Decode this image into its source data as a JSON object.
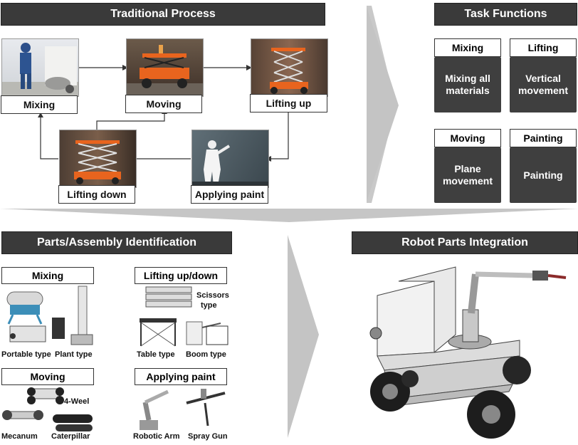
{
  "headers": {
    "traditional": "Traditional Process",
    "task": "Task Functions",
    "parts": "Parts/Assembly Identification",
    "robot": "Robot Parts Integration"
  },
  "process_steps": {
    "mixing": "Mixing",
    "moving": "Moving",
    "lifting_up": "Lifting up",
    "lifting_down": "Lifting down",
    "applying_paint": "Applying paint"
  },
  "task_functions": [
    {
      "title": "Mixing",
      "body1": "Mixing all",
      "body2": "materials"
    },
    {
      "title": "Lifting",
      "body1": "Vertical",
      "body2": "movement"
    },
    {
      "title": "Moving",
      "body1": "Plane",
      "body2": "movement"
    },
    {
      "title": "Painting",
      "body1": "Painting",
      "body2": ""
    }
  ],
  "parts": {
    "mixing": {
      "title": "Mixing",
      "items": [
        "Portable type",
        "Plant type"
      ]
    },
    "lifting": {
      "title": "Lifting up/down",
      "items": [
        "Scissors",
        "type",
        "Table type",
        "Boom type"
      ]
    },
    "moving": {
      "title": "Moving",
      "items": [
        "4-Weel",
        "Mecanum",
        "Caterpillar"
      ]
    },
    "paint": {
      "title": "Applying paint",
      "items": [
        "Robotic Arm",
        "Spray Gun"
      ]
    }
  },
  "colors": {
    "header_bg": "#3a3a3a",
    "arrow": "#c8c8c8",
    "lift_orange": "#e8641e"
  }
}
